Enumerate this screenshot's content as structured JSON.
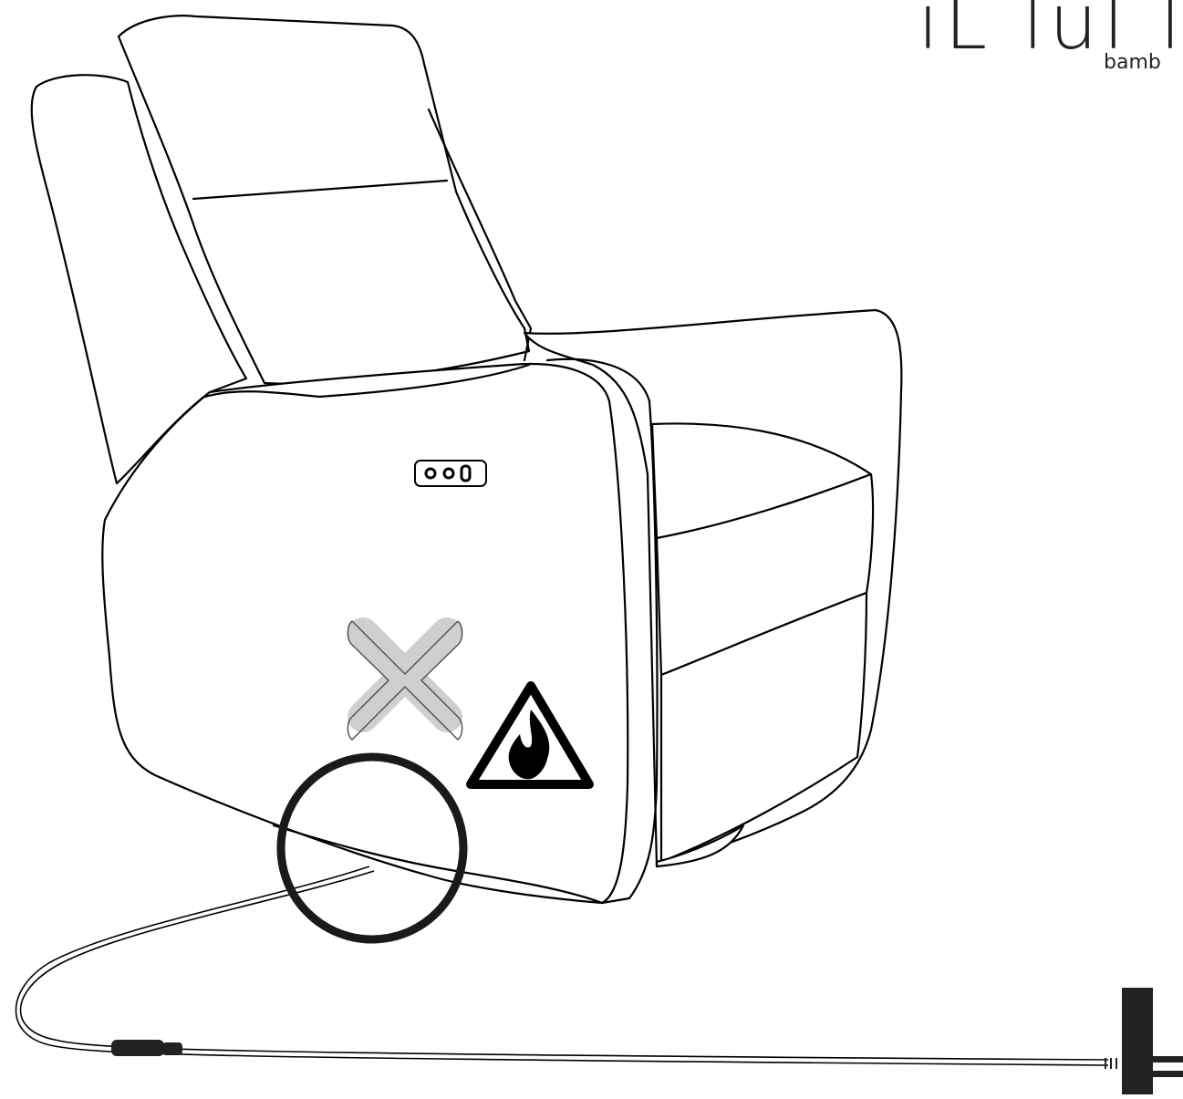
{
  "brand": {
    "name": "iL lul l",
    "subtitle": "bamb"
  },
  "illustration": {
    "subject": "power-recliner-chair",
    "icons": [
      "prohibited-x-icon",
      "fire-hazard-warning-icon",
      "highlight-circle-icon",
      "power-button-panel-icon",
      "power-plug-icon"
    ],
    "colors": {
      "line": "#000000",
      "prohibited_x": "#cfcfcf",
      "highlight_circle": "#1a1a1a",
      "plug": "#222222"
    }
  }
}
